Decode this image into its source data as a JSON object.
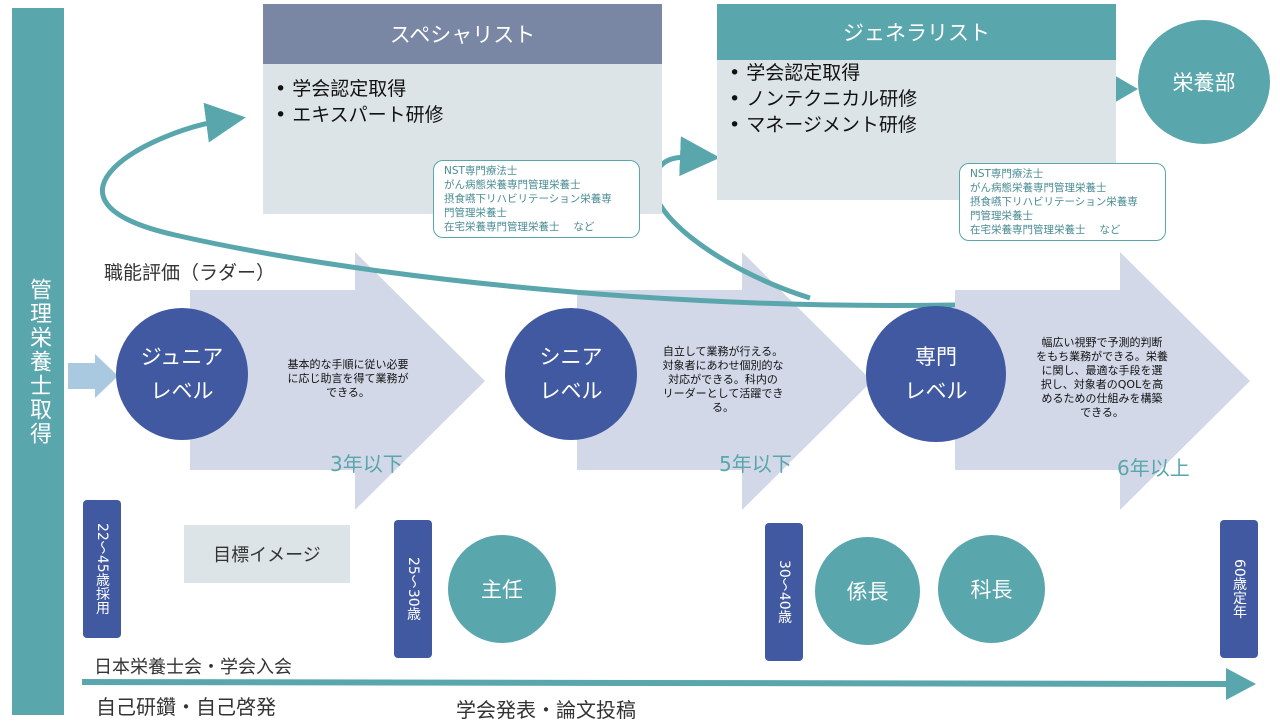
{
  "sidebar_label": "管理栄養士取得",
  "tracks": {
    "specialist": {
      "title": "スペシャリスト",
      "items": [
        "学会認定取得",
        "エキスパート研修"
      ],
      "certs": [
        "NST専門療法士",
        "がん病態栄養専門管理栄養士",
        "摂食嚥下リハビリテーション栄養専",
        "門管理栄養士",
        "在宅栄養専門管理栄養士　 など"
      ]
    },
    "generalist": {
      "title": "ジェネラリスト",
      "items": [
        "学会認定取得",
        "ノンテクニカル研修",
        "マネージメント研修"
      ],
      "certs": [
        "NST専門療法士",
        "がん病態栄養専門管理栄養士",
        "摂食嚥下リハビリテーション栄養専",
        "門管理栄養士",
        "在宅栄養専門管理栄養士　 など"
      ]
    }
  },
  "department": "栄養部",
  "ladder_label": "職能評価（ラダー）",
  "levels": [
    {
      "line1": "ジュニア",
      "line2": "レベル",
      "desc": [
        "基本的な手順に従い必要",
        "に応じ助言を得て業務が",
        "できる。"
      ],
      "years": "3年以下"
    },
    {
      "line1": "シニア",
      "line2": "レベル",
      "desc": [
        "自立して業務が行える。",
        "対象者にあわせ個別的な",
        "対応ができる。科内の",
        "リーダーとして活躍でき",
        "る。"
      ],
      "years": "5年以下"
    },
    {
      "line1": "専門",
      "line2": "レベル",
      "desc": [
        "幅広い視野で予測的判断",
        "をもち業務ができる。栄養",
        "に関し、最適な手段を選",
        "択し、対象者のQOLを高",
        "めるための仕組みを構築",
        "できる。"
      ],
      "years": "6年以上"
    }
  ],
  "target_image": "目標イメージ",
  "ages": [
    "22～45歳採用",
    "25～30歳",
    "30～40歳",
    "60歳定年"
  ],
  "positions": [
    "主任",
    "係長",
    "科長"
  ],
  "bottom": {
    "association": "日本栄養士会・学会入会",
    "self_dev": "自己研鑽・自己啓発",
    "presentation": "学会発表・論文投稿"
  },
  "colors": {
    "teal": "#5aa6ad",
    "navy": "#4159a0",
    "slate": "#7a87a4",
    "chevron": "#d2d8e8",
    "panel": "#dde4e8"
  }
}
